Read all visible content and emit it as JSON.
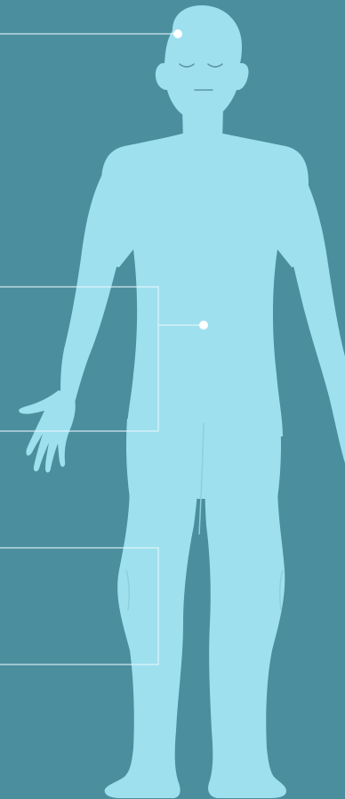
{
  "diagram": {
    "colors": {
      "background": "#4b8f9f",
      "body": "#9ee0ee",
      "body_shadow": "#8ccfde",
      "face_lines": "#5d98a6",
      "leader_line": "#e9f7fb",
      "marker": "#ffffff"
    },
    "markers": [
      {
        "id": "head-marker",
        "icon": "dot"
      },
      {
        "id": "abdomen-marker",
        "icon": "dot"
      }
    ],
    "leaders": [
      {
        "id": "head-leader"
      },
      {
        "id": "abdomen-bracket-leader"
      },
      {
        "id": "leg-bracket-leader"
      }
    ]
  }
}
